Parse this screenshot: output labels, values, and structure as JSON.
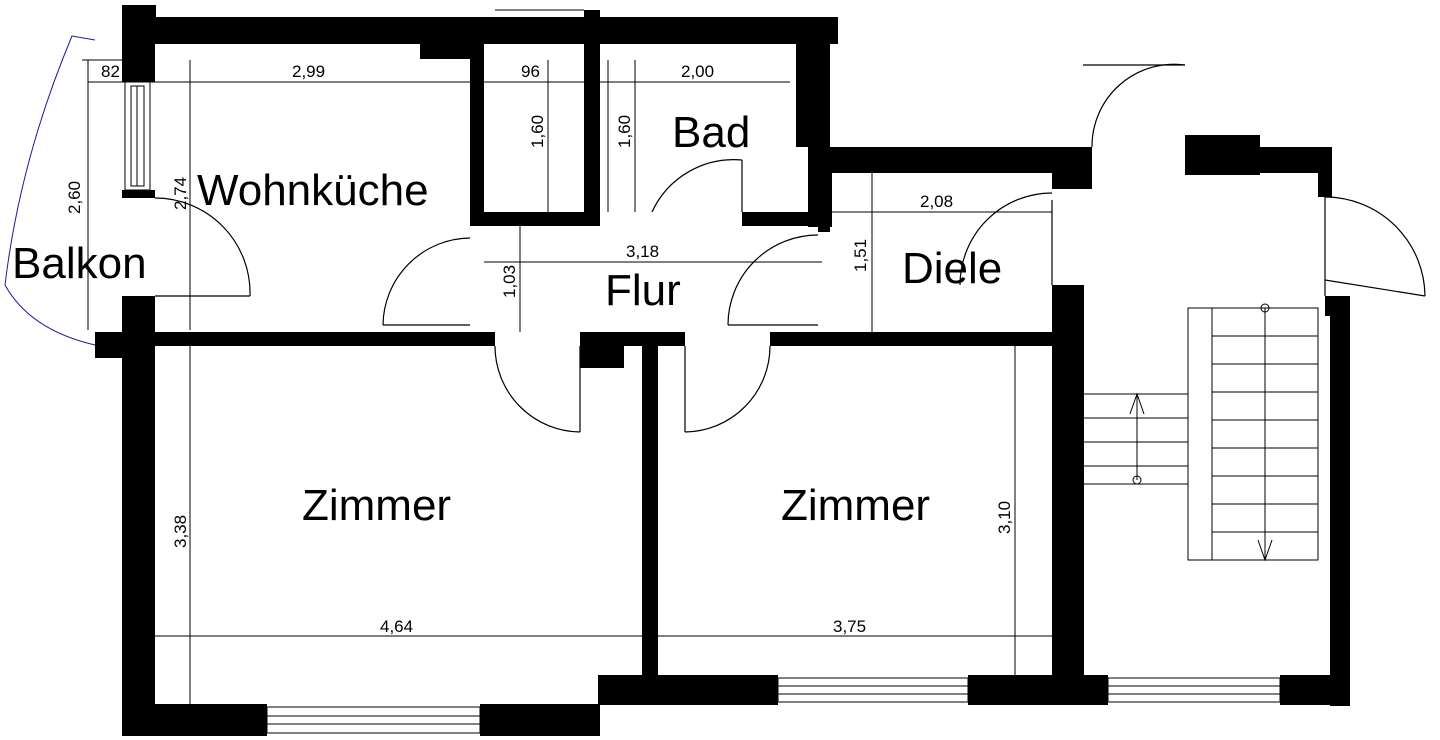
{
  "rooms": {
    "wohnkueche": "Wohnküche",
    "bad": "Bad",
    "balkon": "Balkon",
    "flur": "Flur",
    "diele": "Diele",
    "zimmer1": "Zimmer",
    "zimmer2": "Zimmer"
  },
  "dimensions": {
    "balkon_width": "82",
    "kueche_width": "2,99",
    "abstell_width": "96",
    "bad_width": "2,00",
    "abstell_depth": "1,60",
    "bad_depth": "1,60",
    "balkon_depth": "2,60",
    "kueche_depth": "2,74",
    "diele_width": "2,08",
    "flur_width": "3,18",
    "flur_depth": "1,03",
    "diele_depth": "1,51",
    "zimmer1_depth": "3,38",
    "zimmer2_depth": "3,10",
    "zimmer1_width": "4,64",
    "zimmer2_width": "3,75"
  },
  "colors": {
    "wall": "#000000",
    "balcony_outline": "#1a1aa0",
    "background": "#ffffff"
  }
}
